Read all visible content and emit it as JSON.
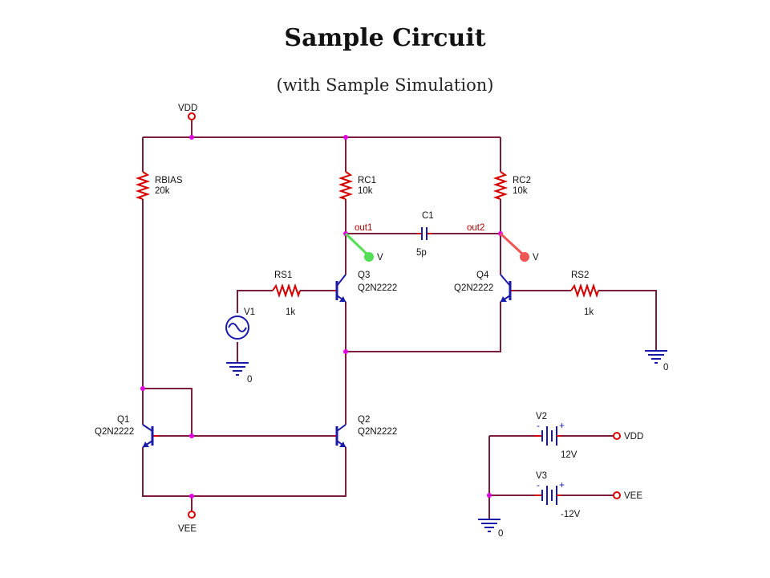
{
  "header": {
    "title": "Sample Circuit",
    "subtitle": "(with Sample Simulation)"
  },
  "colors": {
    "wire": "#7a1e3c",
    "component": "#d40000",
    "transistor": "#1a1aa8",
    "junction": "#e000e0",
    "probe_green": "#55dd55",
    "probe_red": "#ee5555",
    "net_label": "#b00000",
    "text": "#111111"
  },
  "components": {
    "rbias": {
      "name": "RBIAS",
      "value": "20k"
    },
    "rc1": {
      "name": "RC1",
      "value": "10k"
    },
    "rc2": {
      "name": "RC2",
      "value": "10k"
    },
    "c1": {
      "name": "C1",
      "value": "5p"
    },
    "rs1": {
      "name": "RS1",
      "value": "1k"
    },
    "rs2": {
      "name": "RS2",
      "value": "1k"
    },
    "q1": {
      "name": "Q1",
      "model": "Q2N2222"
    },
    "q2": {
      "name": "Q2",
      "model": "Q2N2222"
    },
    "q3": {
      "name": "Q3",
      "model": "Q2N2222"
    },
    "q4": {
      "name": "Q4",
      "model": "Q2N2222"
    },
    "v1": {
      "name": "V1"
    },
    "v2": {
      "name": "V2",
      "value": "12V"
    },
    "v3": {
      "name": "V3",
      "value": "-12V"
    }
  },
  "nets": {
    "out1": "out1",
    "out2": "out2",
    "vdd_top": "VDD",
    "vee_bottom": "VEE",
    "vdd_port": "VDD",
    "vee_port": "VEE"
  },
  "grounds": {
    "v1_ground": "0",
    "rs2_ground": "0",
    "supply_ground": "0"
  },
  "probes": {
    "green": "V",
    "red": "V"
  },
  "icons": {
    "sine_source": "sine-wave-icon",
    "battery": "battery-icon",
    "ground": "ground-icon",
    "voltage_probe": "voltage-probe-icon"
  }
}
